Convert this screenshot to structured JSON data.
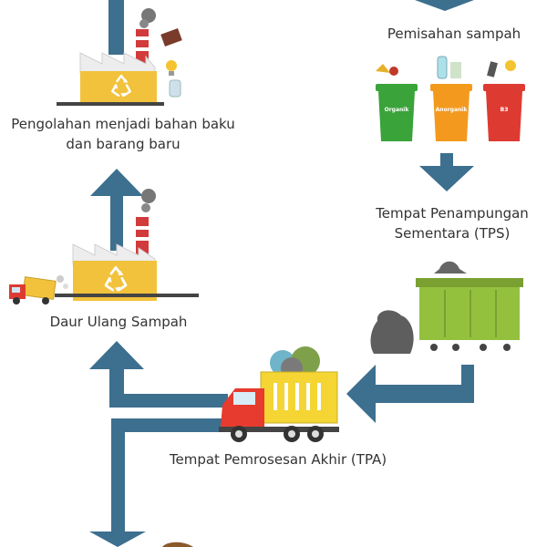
{
  "colors": {
    "arrow": "#3d6f8f",
    "factory_body": "#f2c23c",
    "factory_chimney": "#d23b3b",
    "bin_green": "#3aa33a",
    "bin_orange": "#f39a1e",
    "bin_red": "#dd3b32",
    "container": "#93c13e",
    "truck_body": "#f4d534",
    "truck_cab": "#e63b2e",
    "smoke": "#555555"
  },
  "labels": {
    "sorting": "Pemisahan sampah",
    "processing_line1": "Pengolahan menjadi bahan baku",
    "processing_line2": "dan barang baru",
    "tps_line1": "Tempat Penampungan",
    "tps_line2": "Sementara (TPS)",
    "recycling": "Daur Ulang Sampah",
    "tpa": "Tempat Pemrosesan Akhir (TPA)"
  },
  "bins": [
    {
      "label": "Organik",
      "color": "#3aa33a"
    },
    {
      "label": "Anorganik",
      "color": "#f39a1e"
    },
    {
      "label": "B3",
      "color": "#dd3b32"
    }
  ],
  "icons": {
    "recycle": "recycle-icon",
    "factory": "factory-icon",
    "truck": "garbage-truck-icon",
    "container": "waste-container-icon",
    "garbage_bag": "garbage-bag-icon"
  }
}
